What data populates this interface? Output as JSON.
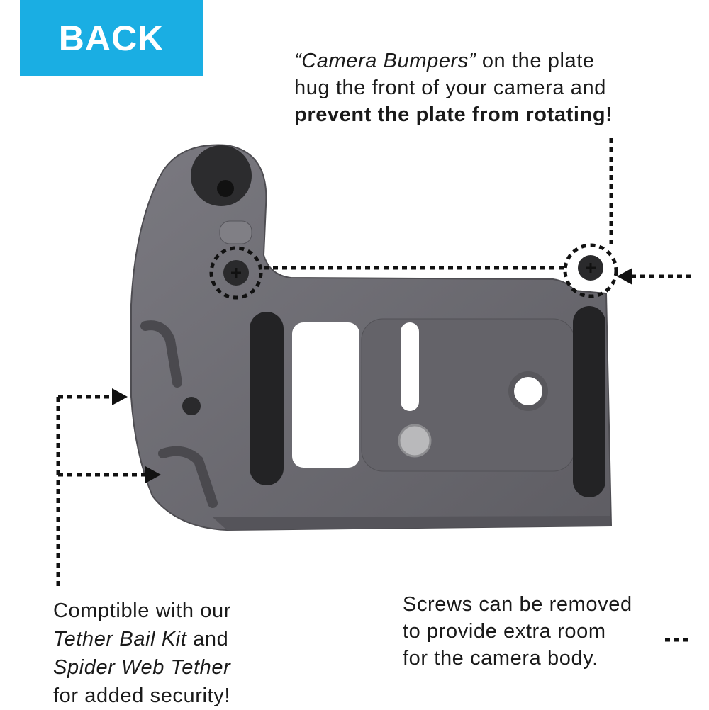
{
  "badge": {
    "label": "BACK",
    "color": "#1aaee3"
  },
  "callout_bumpers": {
    "quote": "“Camera Bumpers”",
    "line1_rest": " on the plate",
    "line2": "hug the front of your camera and",
    "line3_bold": "prevent the plate from rotating!"
  },
  "callout_tether": {
    "line1": "Comptible with our",
    "line2_italic": "Tether Bail Kit",
    "line2_rest": " and",
    "line3_italic": "Spider Web Tether",
    "line4": "for added security!"
  },
  "callout_screws": {
    "line1": "Screws can be removed",
    "line2": "to provide extra room",
    "line3": "for the camera body."
  },
  "colors": {
    "plate": "#6b6a70",
    "pad": "#222224",
    "screw": "#2a2a2c"
  }
}
